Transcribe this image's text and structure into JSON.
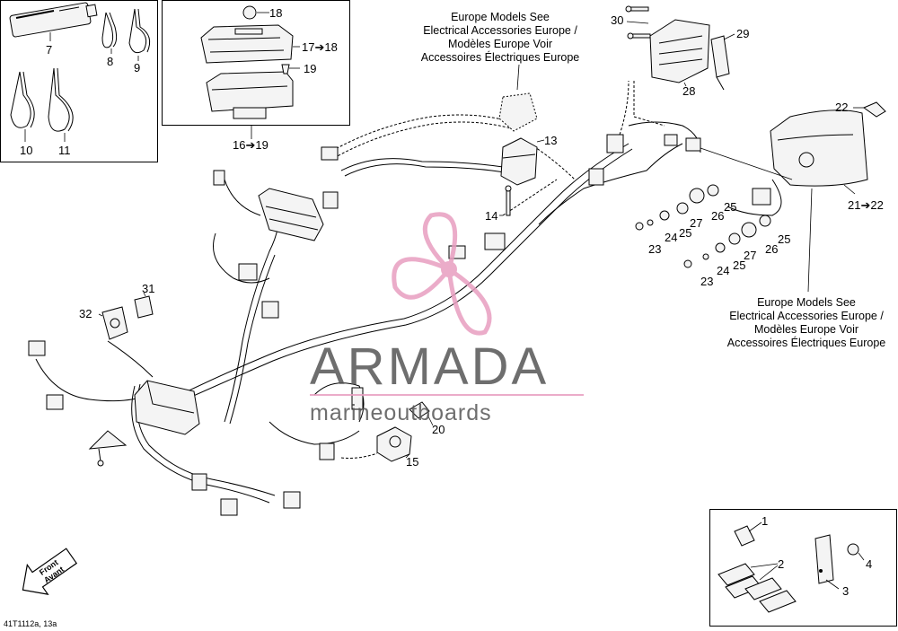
{
  "callouts": {
    "c1": "1",
    "c2": "2",
    "c3": "3",
    "c4": "4",
    "c7": "7",
    "c8": "8",
    "c9": "9",
    "c10": "10",
    "c11": "11",
    "c13": "13",
    "c14": "14",
    "c15": "15",
    "c16_19": "16➔19",
    "c17_18": "17➔18",
    "c18": "18",
    "c19": "19",
    "c20": "20",
    "c21_22": "21➔22",
    "c22": "22",
    "c23a": "23",
    "c23b": "23",
    "c24a": "24",
    "c24b": "24",
    "c25a": "25",
    "c25b": "25",
    "c25c": "25",
    "c25d": "25",
    "c26a": "26",
    "c26b": "26",
    "c27a": "27",
    "c27b": "27",
    "c28": "28",
    "c29": "29",
    "c30": "30",
    "c31": "31",
    "c32": "32"
  },
  "notes": {
    "top": [
      "Europe Models See",
      "Electrical Accessories Europe /",
      "Modèles Europe Voir",
      "Accessoires Électriques Europe"
    ],
    "right": [
      "Europe Models See",
      "Electrical Accessories Europe /",
      "Modèles Europe Voir",
      "Accessoires Électriques Europe"
    ]
  },
  "front_arrow": {
    "line1": "Front",
    "line2": "Avant"
  },
  "figure_code": "41T1112a, 13a",
  "watermark": {
    "brand": "ARMADA",
    "tagline": "marineoutboards",
    "accent_color": "#e89ec0"
  }
}
